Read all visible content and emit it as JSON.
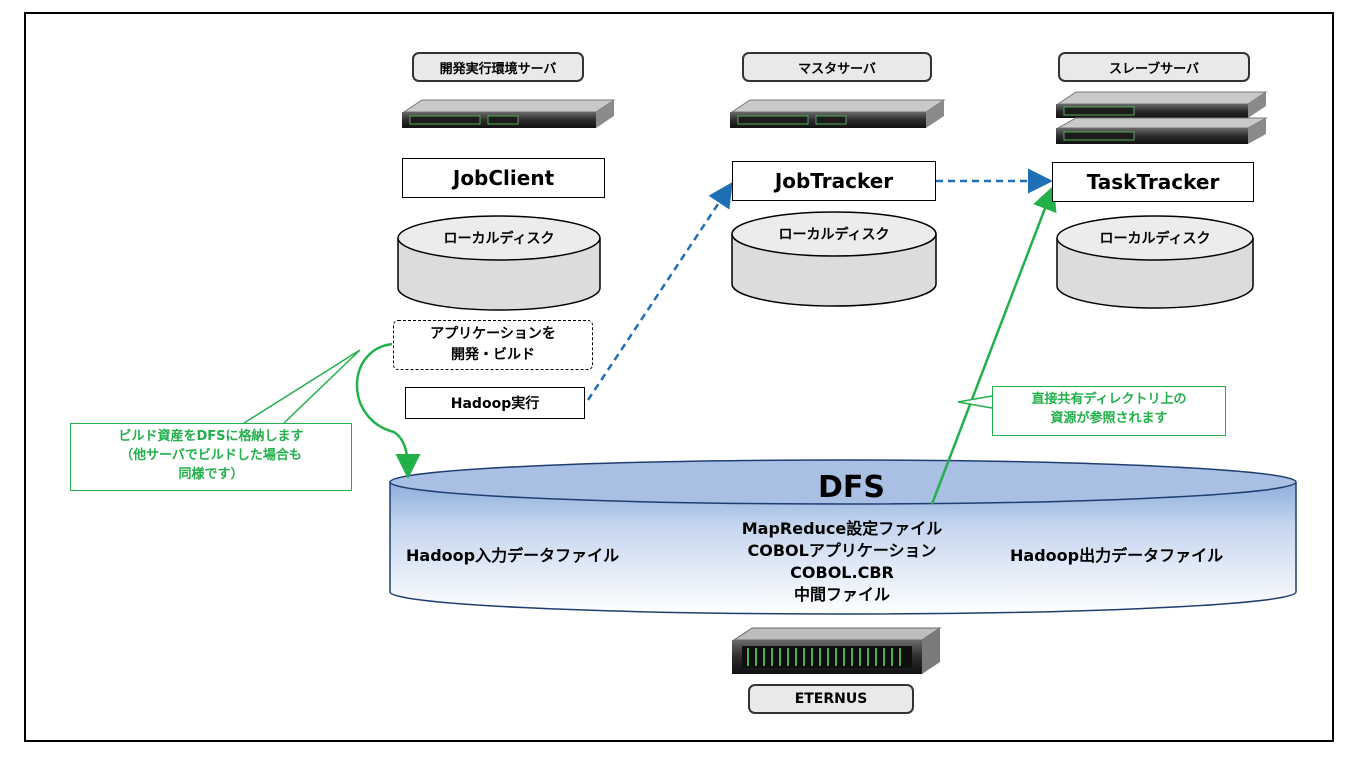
{
  "roles": {
    "dev_server": "開発実行環境サーバ",
    "master_server": "マスタサーバ",
    "slave_server": "スレーブサーバ"
  },
  "components": {
    "job_client": "JobClient",
    "job_tracker": "JobTracker",
    "task_tracker": "TaskTracker"
  },
  "local_disk": "ローカルディスク",
  "dev_build": [
    "アプリケーションを",
    "開発・ビルド"
  ],
  "hadoop_exec": "Hadoop実行",
  "callout_left": [
    "ビルド資産をDFSに格納します",
    "（他サーバでビルドした場合も",
    "同様です）"
  ],
  "callout_right": [
    "直接共有ディレクトリ上の",
    "資源が参照されます"
  ],
  "dfs": {
    "title": "DFS",
    "left_file": "Hadoop入力データファイル",
    "right_file": "Hadoop出力データファイル",
    "center_files": [
      "MapReduce設定ファイル",
      "COBOLアプリケーション",
      "COBOL.CBR",
      "中間ファイル"
    ]
  },
  "storage": "ETERNUS",
  "colors": {
    "green": "#22b04b",
    "blue_dashed": "#1f6fb5",
    "cylinder_gray": "#d9d9d9",
    "dfs_blue": "#b8cde8"
  }
}
